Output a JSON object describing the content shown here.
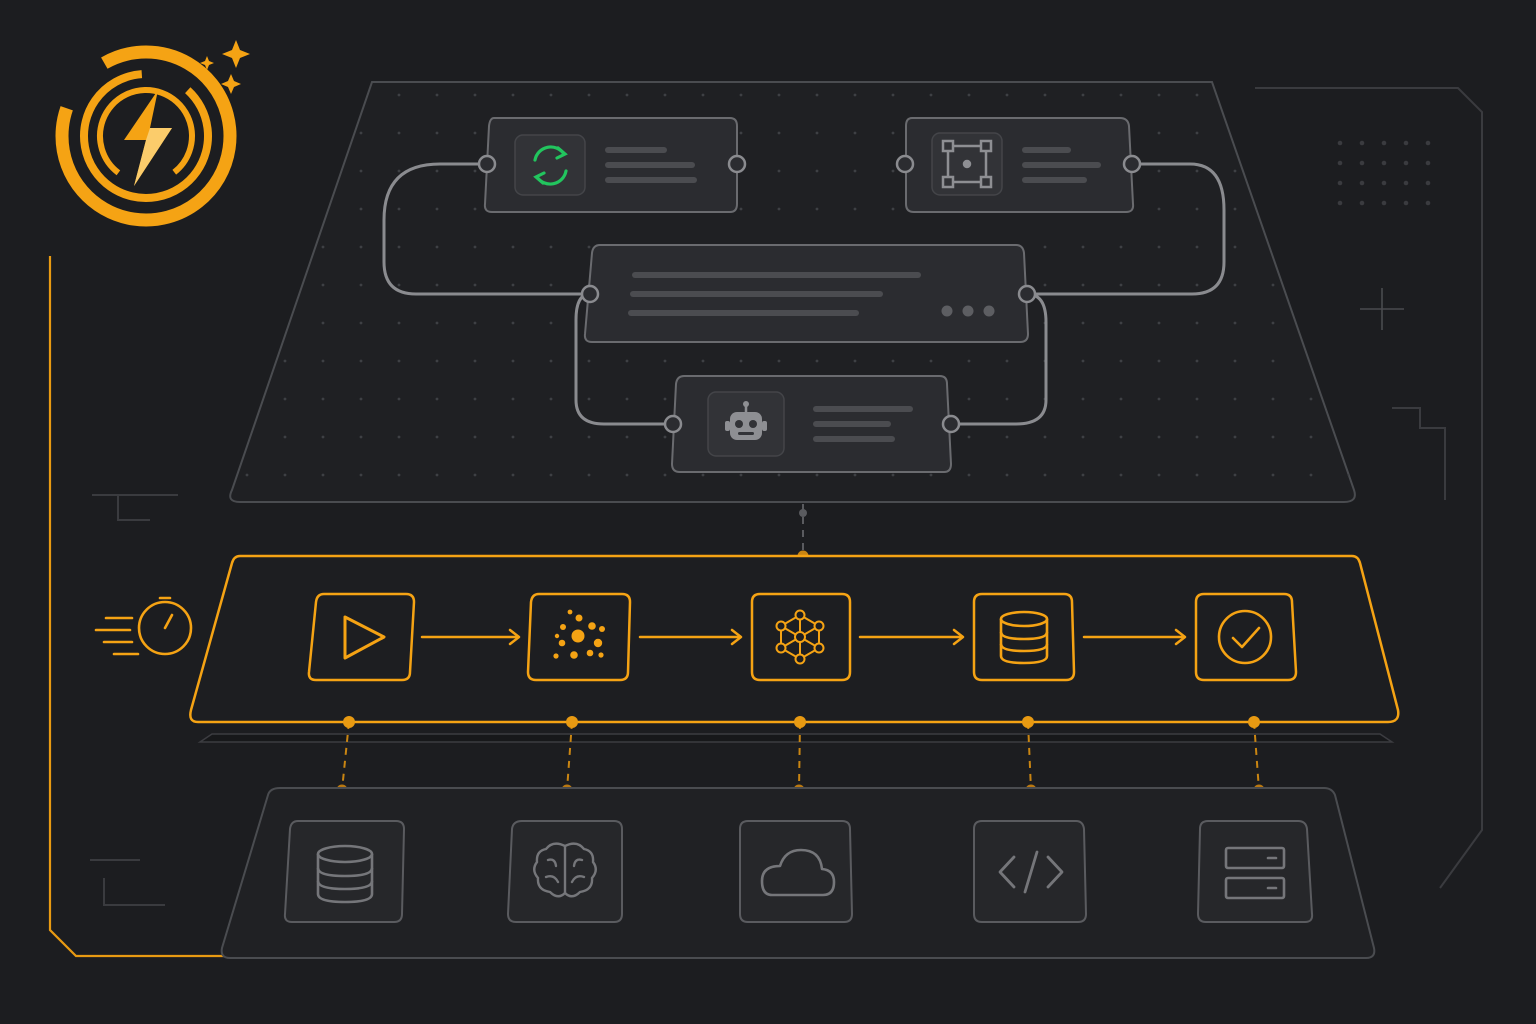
{
  "colors": {
    "background": "#1c1d20",
    "accent": "#f5a314",
    "accent_dim": "#c98512",
    "panel_stroke": "#4a4c50",
    "card_fill": "#2b2c30",
    "card_stroke": "#6a6b6f",
    "connector": "#8a8b8f",
    "sync_green": "#22c55e",
    "icon_gray": "#8e8f93",
    "placeholder_bar": "#4b4c50",
    "tier_icon_stroke": "#75767a"
  },
  "logo": {
    "icon": "lightning-bolt-icon",
    "decoration": "sparkle-icon"
  },
  "speed_icon": "stopwatch-speed-icon",
  "workflow_nodes": [
    {
      "id": "sync",
      "icon": "sync-icon"
    },
    {
      "id": "frame",
      "icon": "frame-select-icon"
    },
    {
      "id": "main",
      "icon": "more-dots-icon"
    },
    {
      "id": "bot",
      "icon": "robot-icon"
    }
  ],
  "pipeline_steps": [
    {
      "id": "start",
      "icon": "play-icon"
    },
    {
      "id": "ingest",
      "icon": "scatter-particles-icon"
    },
    {
      "id": "process",
      "icon": "neural-network-icon"
    },
    {
      "id": "store",
      "icon": "database-icon"
    },
    {
      "id": "done",
      "icon": "check-circle-icon"
    }
  ],
  "integrations": [
    {
      "id": "database",
      "icon": "database-icon"
    },
    {
      "id": "ai",
      "icon": "brain-icon"
    },
    {
      "id": "cloud",
      "icon": "cloud-icon"
    },
    {
      "id": "code",
      "icon": "code-icon"
    },
    {
      "id": "server",
      "icon": "server-icon"
    }
  ]
}
